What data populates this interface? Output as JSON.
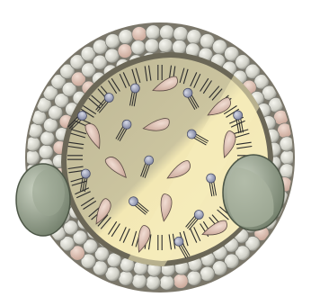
{
  "figure": {
    "description_visible_text": "",
    "colors": {
      "background": "#ffffff",
      "sphere_shadow": "#6e6a5e",
      "core_left": "#c9c3a0",
      "core_right": "#f2e7b2",
      "phospholipid_head": "#dcdcd4",
      "phospholipid_head_stroke": "#7a7a72",
      "cholesterol_head": "#9aa0b8",
      "cholesterol_head_stroke": "#4a4e66",
      "cholesteryl_ester_fill": "#c9a39a",
      "cholesteryl_ester_stroke": "#5a4a44",
      "apolipoprotein": "#8e9a86",
      "apolipoprotein_light": "#c4ccbc",
      "tail_stroke": "#2c2c2c"
    },
    "parts": [
      "outer-phospholipid-shell",
      "hydrophobic-core",
      "cholesteryl-esters",
      "free-cholesterol",
      "apolipoproteins"
    ]
  }
}
